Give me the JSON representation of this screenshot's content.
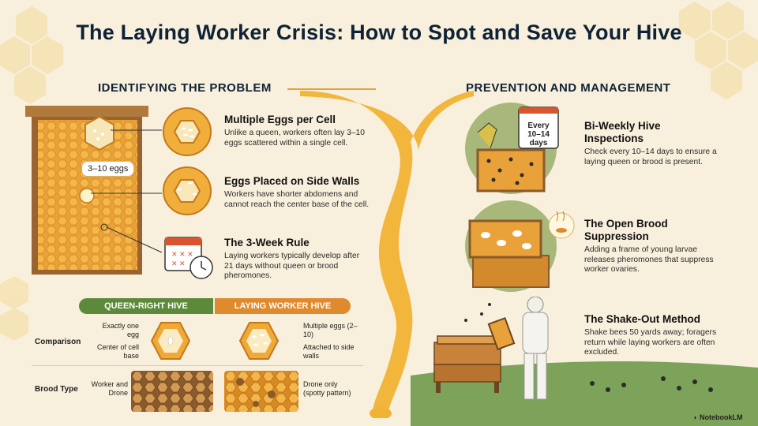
{
  "title": "The Laying Worker Crisis: How to Spot and Save Your Hive",
  "left": {
    "heading": "IDENTIFYING THE PROBLEM",
    "frame_label": "3–10 eggs",
    "items": [
      {
        "icon": "honeycomb-eggs-icon",
        "title": "Multiple Eggs per Cell",
        "text_lines": [
          "Unlike a queen, workers often lay 3–10",
          "eggs scattered within a single cell."
        ]
      },
      {
        "icon": "side-wall-eggs-icon",
        "title": "Eggs Placed on Side Walls",
        "text_lines": [
          "Workers have shorter abdomens and",
          "cannot reach the center base of the cell."
        ]
      },
      {
        "icon": "calendar-clock-icon",
        "title": "The 3-Week Rule",
        "text_lines": [
          "Laying workers typically develop after",
          "21 days without queen or brood",
          "pheromones."
        ]
      }
    ]
  },
  "comparison": {
    "queen_right_label": "QUEEN-RIGHT HIVE",
    "laying_worker_label": "LAYING WORKER HIVE",
    "rows": [
      {
        "label": "Comparison",
        "queen_notes": [
          "Exactly one egg",
          "Center of cell base"
        ],
        "worker_notes": [
          "Multiple eggs (2–10)",
          "Attached to side walls"
        ]
      },
      {
        "label": "Brood Type",
        "queen_notes": [
          "Worker and Drone"
        ],
        "worker_notes": [
          "Drone only (spotty pattern)"
        ]
      }
    ]
  },
  "right": {
    "heading": "PREVENTION AND MANAGEMENT",
    "calendar_text": "Every 10–14 days",
    "items": [
      {
        "icon": "inspection-frame-icon",
        "title_lines": [
          "Bi-Weekly Hive",
          "Inspections"
        ],
        "text_lines": [
          "Check every 10–14 days to ensure a",
          "laying queen or brood is present."
        ]
      },
      {
        "icon": "open-brood-icon",
        "title_lines": [
          "The Open Brood",
          "Suppression"
        ],
        "text_lines": [
          "Adding a frame of young larvae",
          "releases pheromones that suppress",
          "worker ovaries."
        ]
      },
      {
        "icon": "beekeeper-icon",
        "title_lines": [
          "The Shake-Out Method"
        ],
        "text_lines": [
          "Shake bees 50 yards away; foragers",
          "return while laying workers are often",
          "excluded."
        ]
      }
    ]
  },
  "brand": "NotebookLM",
  "colors": {
    "queen_green": "#5d8a3a",
    "worker_orange": "#e08a2e",
    "honey": "#f2b233",
    "navy": "#0f2236"
  }
}
